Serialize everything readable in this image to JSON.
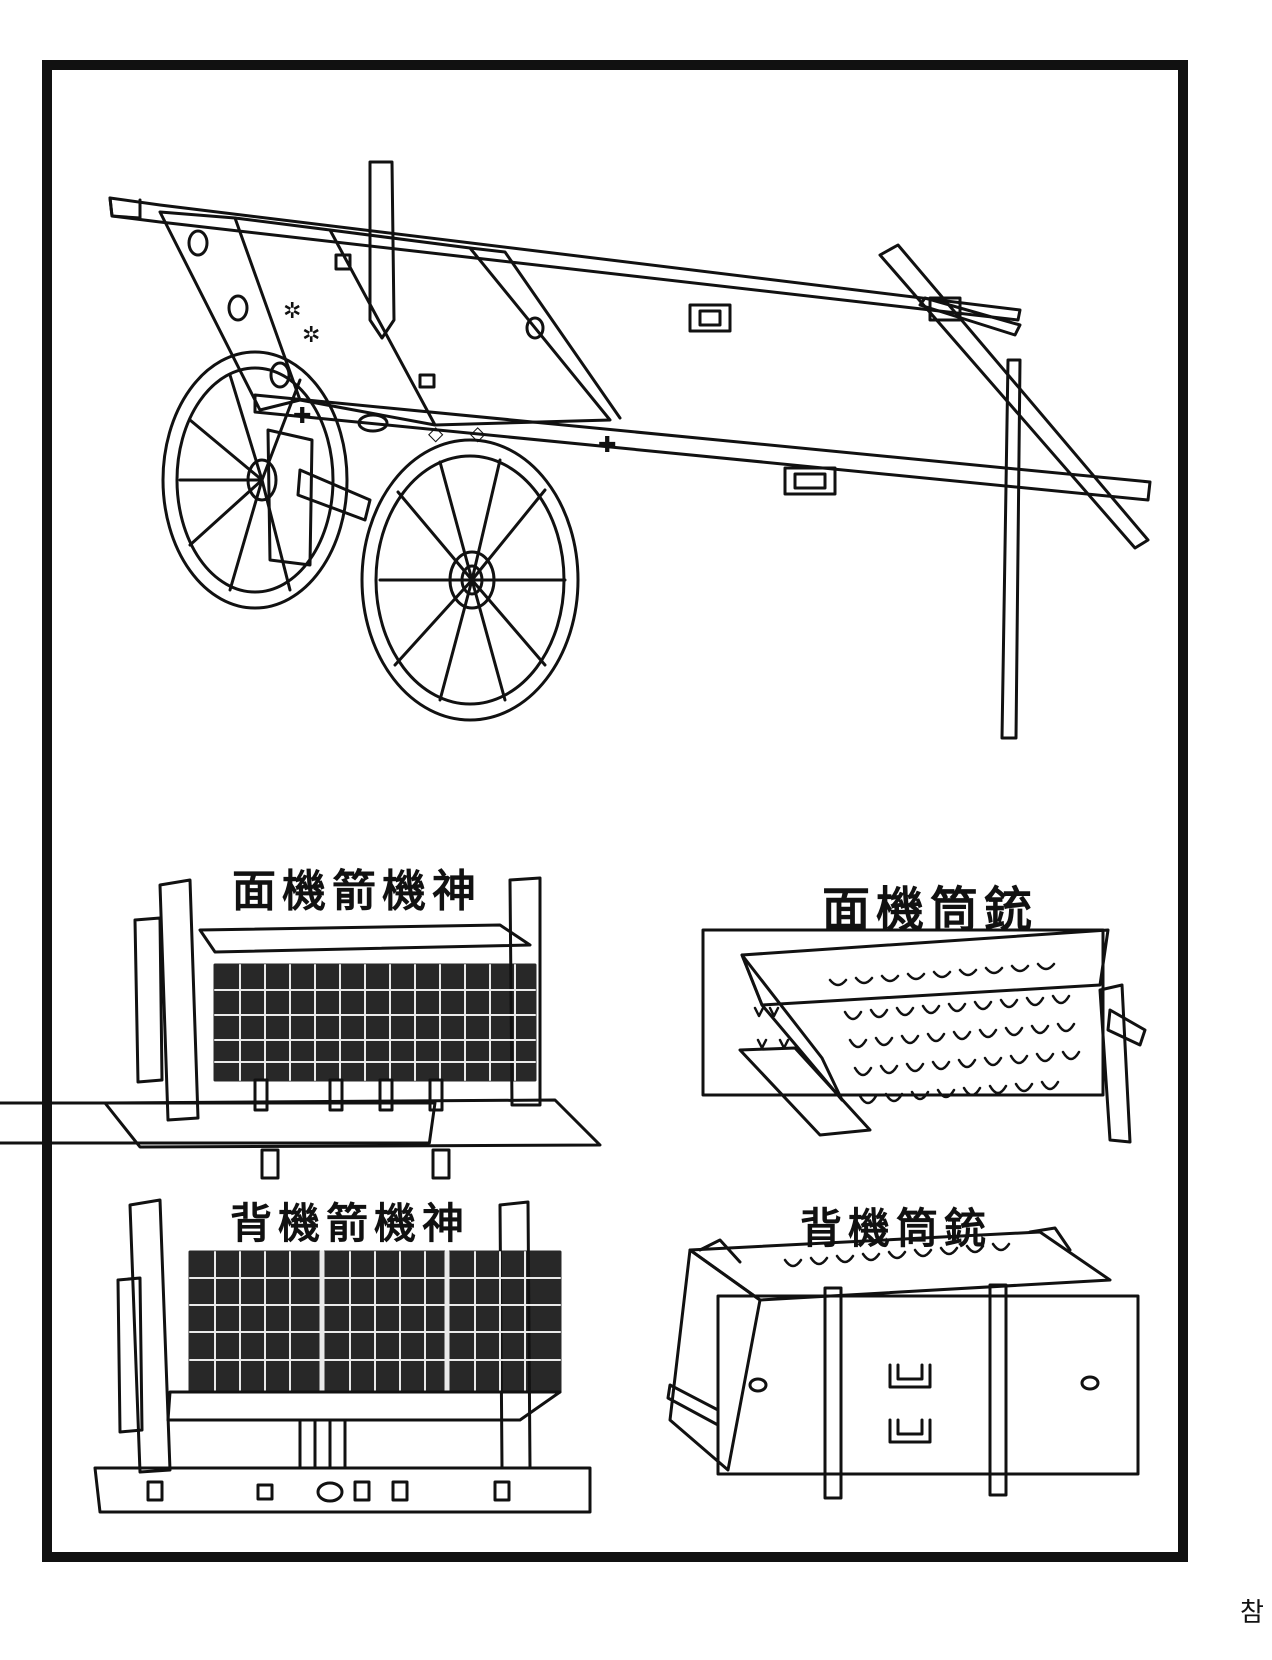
{
  "captions": {
    "front_of_shen_ji_arrow": "面機箭機神",
    "front_of_tube_gun": "面機筒銃",
    "back_of_shen_ji_arrow": "背機箭機神",
    "back_of_tube_gun": "背機筒銃"
  },
  "edge_mark": "참",
  "colors": {
    "ink": "#111111",
    "paper": "#ffffff"
  }
}
